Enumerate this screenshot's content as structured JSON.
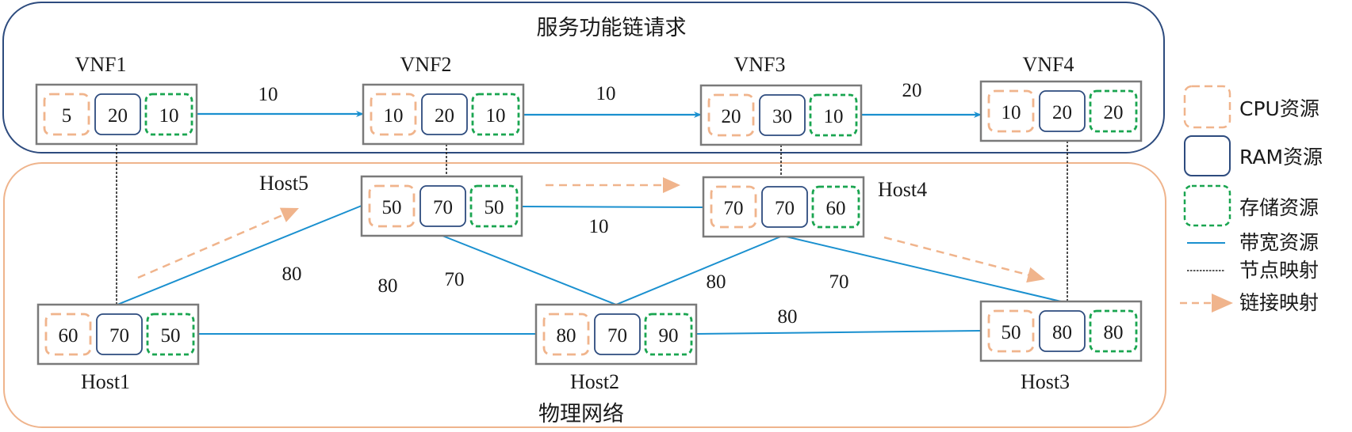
{
  "colors": {
    "sfc_frame": "#2d4b7e",
    "physical_frame": "#efb48c",
    "node_border": "#7a7a7a",
    "cpu": "#f0b48c",
    "ram": "#2d4b7e",
    "storage": "#1aa550",
    "bandwidth": "#1a90cf",
    "node_mapping": "#222222",
    "link_mapping": "#f0b48c"
  },
  "sfc": {
    "title": "服务功能链请求",
    "vnfs": [
      {
        "id": "VNF1",
        "label": "VNF1",
        "cpu": "5",
        "ram": "20",
        "storage": "10"
      },
      {
        "id": "VNF2",
        "label": "VNF2",
        "cpu": "10",
        "ram": "20",
        "storage": "10"
      },
      {
        "id": "VNF3",
        "label": "VNF3",
        "cpu": "20",
        "ram": "30",
        "storage": "10"
      },
      {
        "id": "VNF4",
        "label": "VNF4",
        "cpu": "10",
        "ram": "20",
        "storage": "20"
      }
    ],
    "links": [
      {
        "from": "VNF1",
        "to": "VNF2",
        "bandwidth": "10"
      },
      {
        "from": "VNF2",
        "to": "VNF3",
        "bandwidth": "10"
      },
      {
        "from": "VNF3",
        "to": "VNF4",
        "bandwidth": "20"
      }
    ]
  },
  "physical": {
    "title": "物理网络",
    "hosts": [
      {
        "id": "Host1",
        "label": "Host1",
        "cpu": "60",
        "ram": "70",
        "storage": "50"
      },
      {
        "id": "Host2",
        "label": "Host2",
        "cpu": "80",
        "ram": "70",
        "storage": "90"
      },
      {
        "id": "Host3",
        "label": "Host3",
        "cpu": "50",
        "ram": "80",
        "storage": "80"
      },
      {
        "id": "Host4",
        "label": "Host4",
        "cpu": "70",
        "ram": "70",
        "storage": "60"
      },
      {
        "id": "Host5",
        "label": "Host5",
        "cpu": "50",
        "ram": "70",
        "storage": "50"
      }
    ],
    "links": [
      {
        "from": "Host1",
        "to": "Host5",
        "bandwidth": "80"
      },
      {
        "from": "Host1",
        "to": "Host2",
        "bandwidth": "80"
      },
      {
        "from": "Host5",
        "to": "Host2",
        "bandwidth": "70"
      },
      {
        "from": "Host5",
        "to": "Host4",
        "bandwidth": "10"
      },
      {
        "from": "Host4",
        "to": "Host2",
        "bandwidth": "80"
      },
      {
        "from": "Host4",
        "to": "Host3",
        "bandwidth": "70"
      },
      {
        "from": "Host2",
        "to": "Host3",
        "bandwidth": "80"
      }
    ]
  },
  "node_mappings": [
    {
      "vnf": "VNF1",
      "host": "Host1"
    },
    {
      "vnf": "VNF2",
      "host": "Host5"
    },
    {
      "vnf": "VNF3",
      "host": "Host4"
    },
    {
      "vnf": "VNF4",
      "host": "Host3"
    }
  ],
  "link_mappings": [
    {
      "from": "Host1",
      "to": "Host5"
    },
    {
      "from": "Host5",
      "to": "Host4"
    },
    {
      "from": "Host4",
      "to": "Host3"
    }
  ],
  "legend": {
    "cpu": "CPU资源",
    "ram": "RAM资源",
    "storage": "存储资源",
    "bandwidth": "带宽资源",
    "node_mapping": "节点映射",
    "link_mapping": "链接映射"
  }
}
